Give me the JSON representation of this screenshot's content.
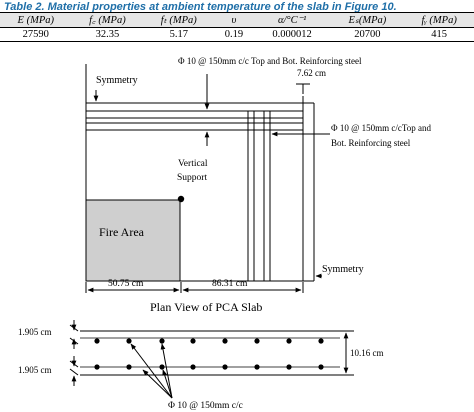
{
  "caption": "Table 2. Material properties at ambient temperature of the slab in Figure 10.",
  "table": {
    "headers": [
      "E (MPa)",
      "f꜀ (MPa)",
      "fₜ (MPa)",
      "υ",
      "α/°C⁻¹",
      "Eₛ(MPa)",
      "fᵧ (MPa)"
    ],
    "rows": [
      [
        "27590",
        "32.35",
        "5.17",
        "0.19",
        "0.000012",
        "20700",
        "415"
      ]
    ]
  },
  "plan": {
    "top_rebar_label": "Φ 10 @ 150mm c/c Top and Bot. Reinforcing steel",
    "right_rebar_label_1": "Φ 10 @ 150mm c/cTop and",
    "right_rebar_label_2": "Bot. Reinforcing steel",
    "edge_dim": "7.62 cm",
    "symmetry_top": "Symmetry",
    "symmetry_right": "Symmetry",
    "support_label_1": "Vertical",
    "support_label_2": "Support",
    "fire_area": "Fire Area",
    "dim_left": "50.75 cm",
    "dim_right": "86.31 cm",
    "title": "Plan View of PCA Slab"
  },
  "section": {
    "cover_top": "1.905 cm",
    "cover_bottom": "1.905 cm",
    "thickness": "10.16 cm",
    "bar_label": "Φ 10 @ 150mm c/c"
  }
}
